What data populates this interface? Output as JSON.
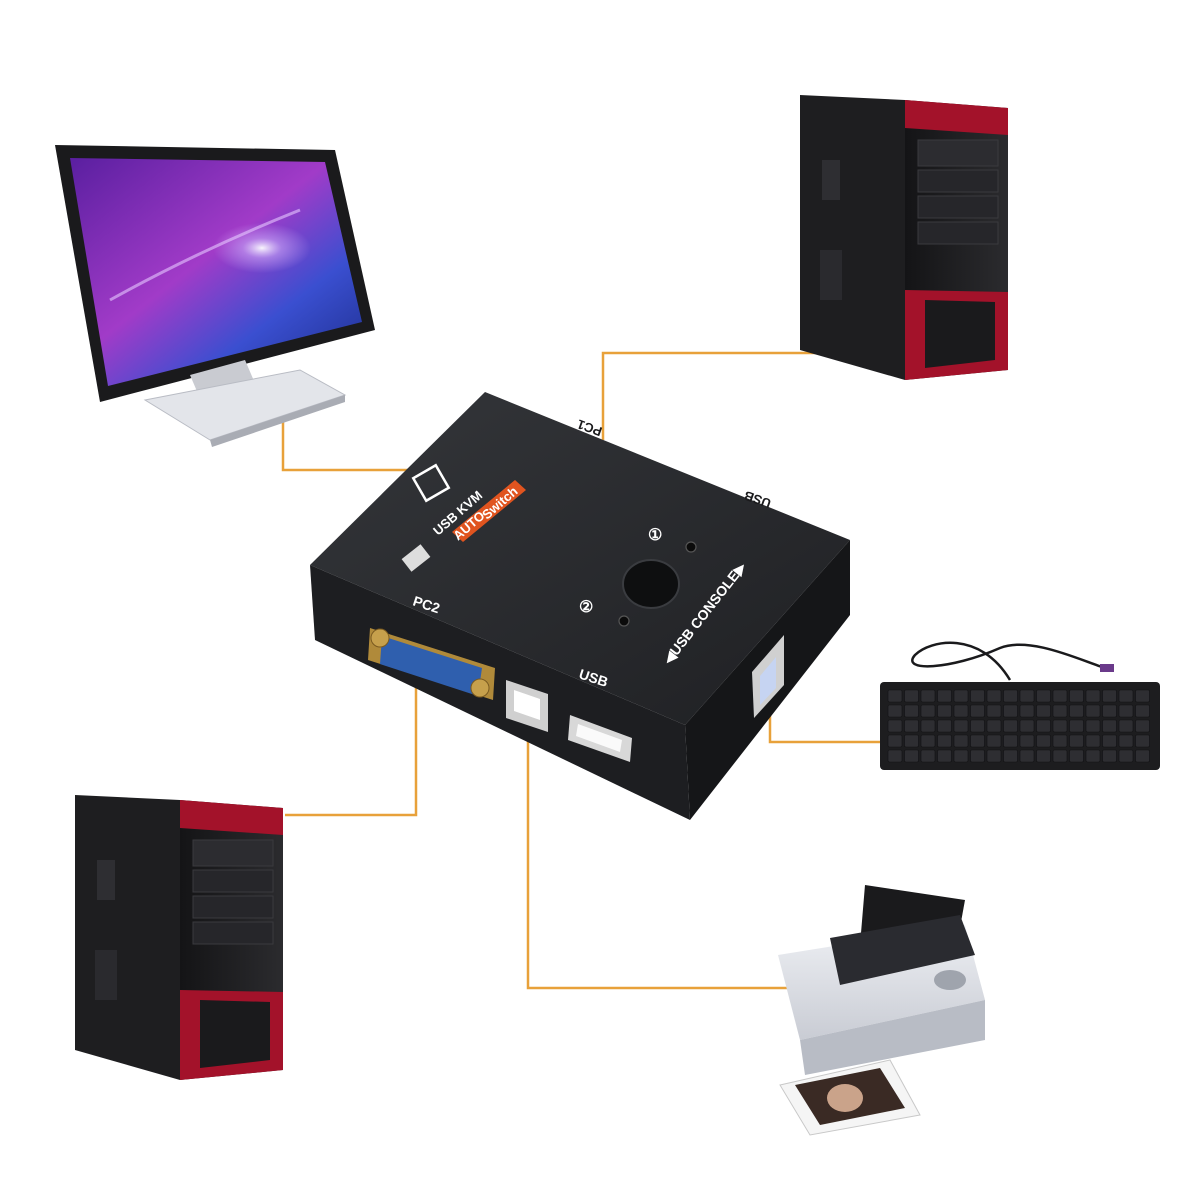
{
  "colors": {
    "connector": "#e8a13a",
    "tower_body": "#1c1c1e",
    "tower_accent": "#a3122a",
    "kvm_body": "#262729",
    "kvm_orange": "#e0541f",
    "vga_blue": "#2f5fae",
    "screen_purple": "#7a2fb0",
    "screen_blue": "#243a9a",
    "background": "#ffffff"
  },
  "kvm": {
    "brand_line1": "USB KVM",
    "brand_line2": "AUTO",
    "brand_line3": "Switch",
    "port_pc2_label": "PC2",
    "port_pc1_label": "PC1",
    "usb_front_label": "USB",
    "usb_back_label": "USB",
    "console_label": "◀USB CONSOLE▶",
    "led1_label": "①",
    "led2_label": "②"
  },
  "devices": {
    "monitor": "monitor-icon",
    "pc_top": "desktop-tower-icon",
    "pc_bottom": "desktop-tower-icon",
    "keyboard": "keyboard-icon",
    "printer": "printer-icon"
  }
}
